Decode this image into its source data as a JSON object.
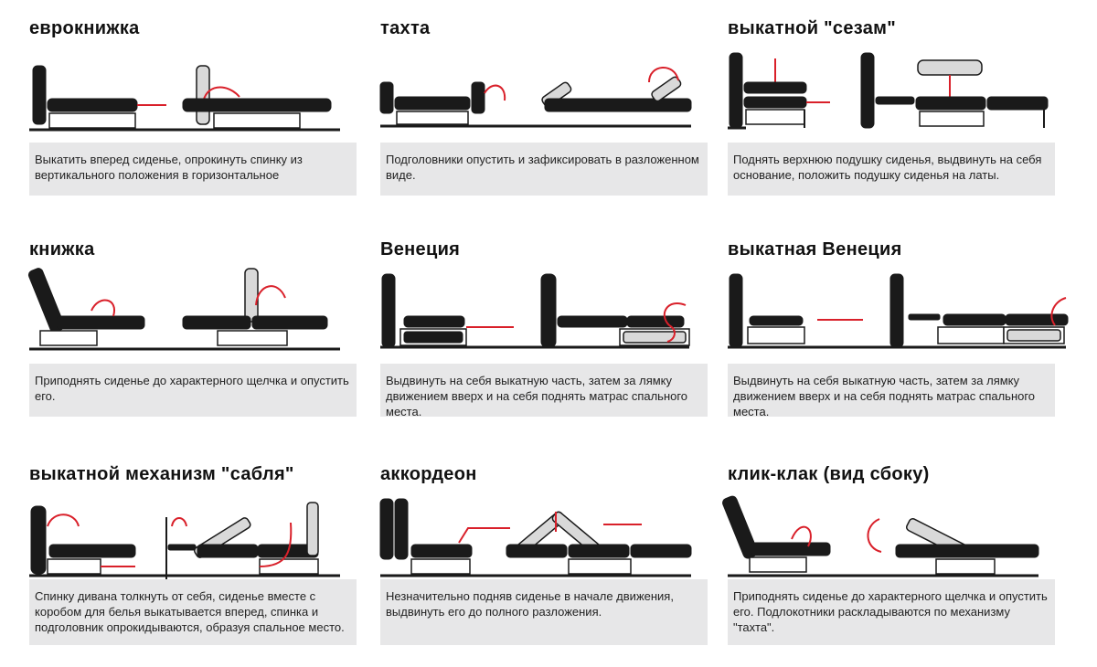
{
  "colors": {
    "accent": "#d9202a",
    "dark": "#1a1a1a",
    "panel": "#e7e7e8"
  },
  "mechanisms": [
    {
      "title": "еврокнижка",
      "description": "Выкатить вперед сиденье, опрокинуть спинку из вертикального положения в горизонтальное"
    },
    {
      "title": "тахта",
      "description": "Подголовники опустить и зафиксировать в разложенном виде."
    },
    {
      "title": "выкатной \"сезам\"",
      "description": "Поднять верхнюю подушку сиденья, выдвинуть на себя основание, положить подушку сиденья на латы."
    },
    {
      "title": "книжка",
      "description": "Приподнять сиденье до характерного щелчка и опустить его."
    },
    {
      "title": "Венеция",
      "description": "Выдвинуть на себя выкатную часть, затем за лямку движением вверх и на себя поднять матрас спального места."
    },
    {
      "title": "выкатная Венеция",
      "description": "Выдвинуть на себя выкатную часть, затем за лямку движением вверх и на себя поднять матрас спального места."
    },
    {
      "title": "выкатной механизм \"сабля\"",
      "description": "Спинку дивана толкнуть от себя, сиденье вместе с коробом для белья выкатывается вперед, спинка и подголовник опрокидываются, образуя спальное место."
    },
    {
      "title": "аккордеон",
      "description": "Незначительно подняв сиденье в начале движения, выдвинуть его до полного разложения."
    },
    {
      "title": "клик-клак (вид сбоку)",
      "description": "Приподнять сиденье до характерного щелчка и опустить его. Подлокотники раскладываются по механизму \"тахта\"."
    }
  ]
}
